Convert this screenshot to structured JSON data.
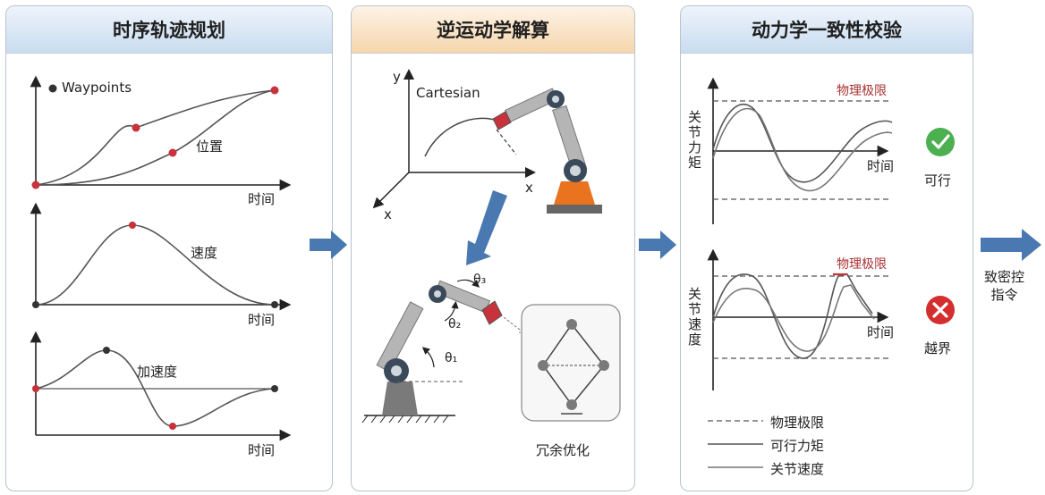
{
  "panels": {
    "p1": {
      "title": "时序轨迹规划",
      "legend": "Waypoints",
      "position_label": "位置",
      "velocity_label": "速度",
      "accel_label": "加速度",
      "time_label": "时间"
    },
    "p2": {
      "title": "逆运动学解算",
      "cartesian_label": "Cartesian",
      "axis_x": "x",
      "axis_y": "y",
      "axis_z": "x",
      "theta1": "θ₁",
      "theta2": "θ₂",
      "theta3": "θ₃",
      "redundancy_label": "冗余优化"
    },
    "p3": {
      "title": "动力学一致性校验",
      "limit_label_top": "物理极限",
      "limit_label_bottom": "物理极限",
      "torque_ylabel": "关\n节\n力\n矩",
      "velocity_ylabel": "关\n节\n速\n度",
      "time_label": "时间",
      "feasible_label": "可行",
      "exceed_label": "越界",
      "legend": [
        "物理极限",
        "可行力矩",
        "关节速度"
      ]
    },
    "output": {
      "label_line1": "致密控",
      "label_line2": "指令"
    }
  },
  "colors": {
    "accent_blue": "#4a78b0",
    "waypoint_red": "#c8323a",
    "ok_green": "#4caf50",
    "error_red": "#d32f2f",
    "robot_orange": "#e9731f",
    "robot_gray": "#8c8c8c"
  }
}
